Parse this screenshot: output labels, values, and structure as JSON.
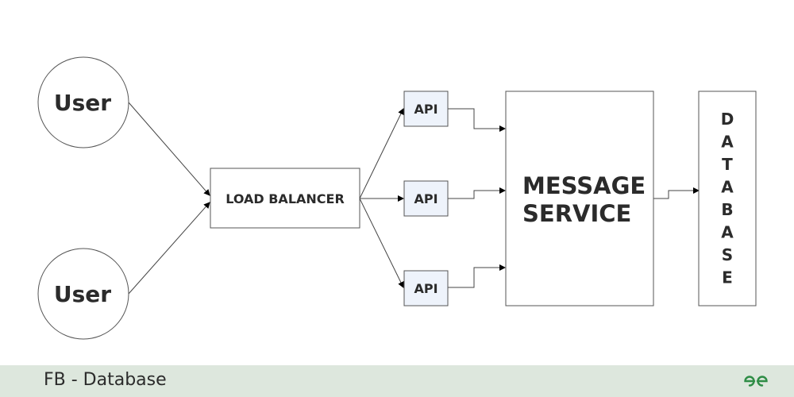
{
  "diagram": {
    "users": [
      {
        "label": "User"
      },
      {
        "label": "User"
      }
    ],
    "load_balancer": {
      "label": "LOAD BALANCER"
    },
    "apis": [
      {
        "label": "API"
      },
      {
        "label": "API"
      },
      {
        "label": "API"
      }
    ],
    "message_service": {
      "line1": "MESSAGE",
      "line2": "SERVICE"
    },
    "database": {
      "letters": [
        "D",
        "A",
        "T",
        "A",
        "B",
        "A",
        "S",
        "E"
      ]
    }
  },
  "footer": {
    "title": "FB - Database",
    "brand_icon": "gfg-logo-icon",
    "brand_color": "#2f8d46",
    "background": "#dde7dd"
  }
}
